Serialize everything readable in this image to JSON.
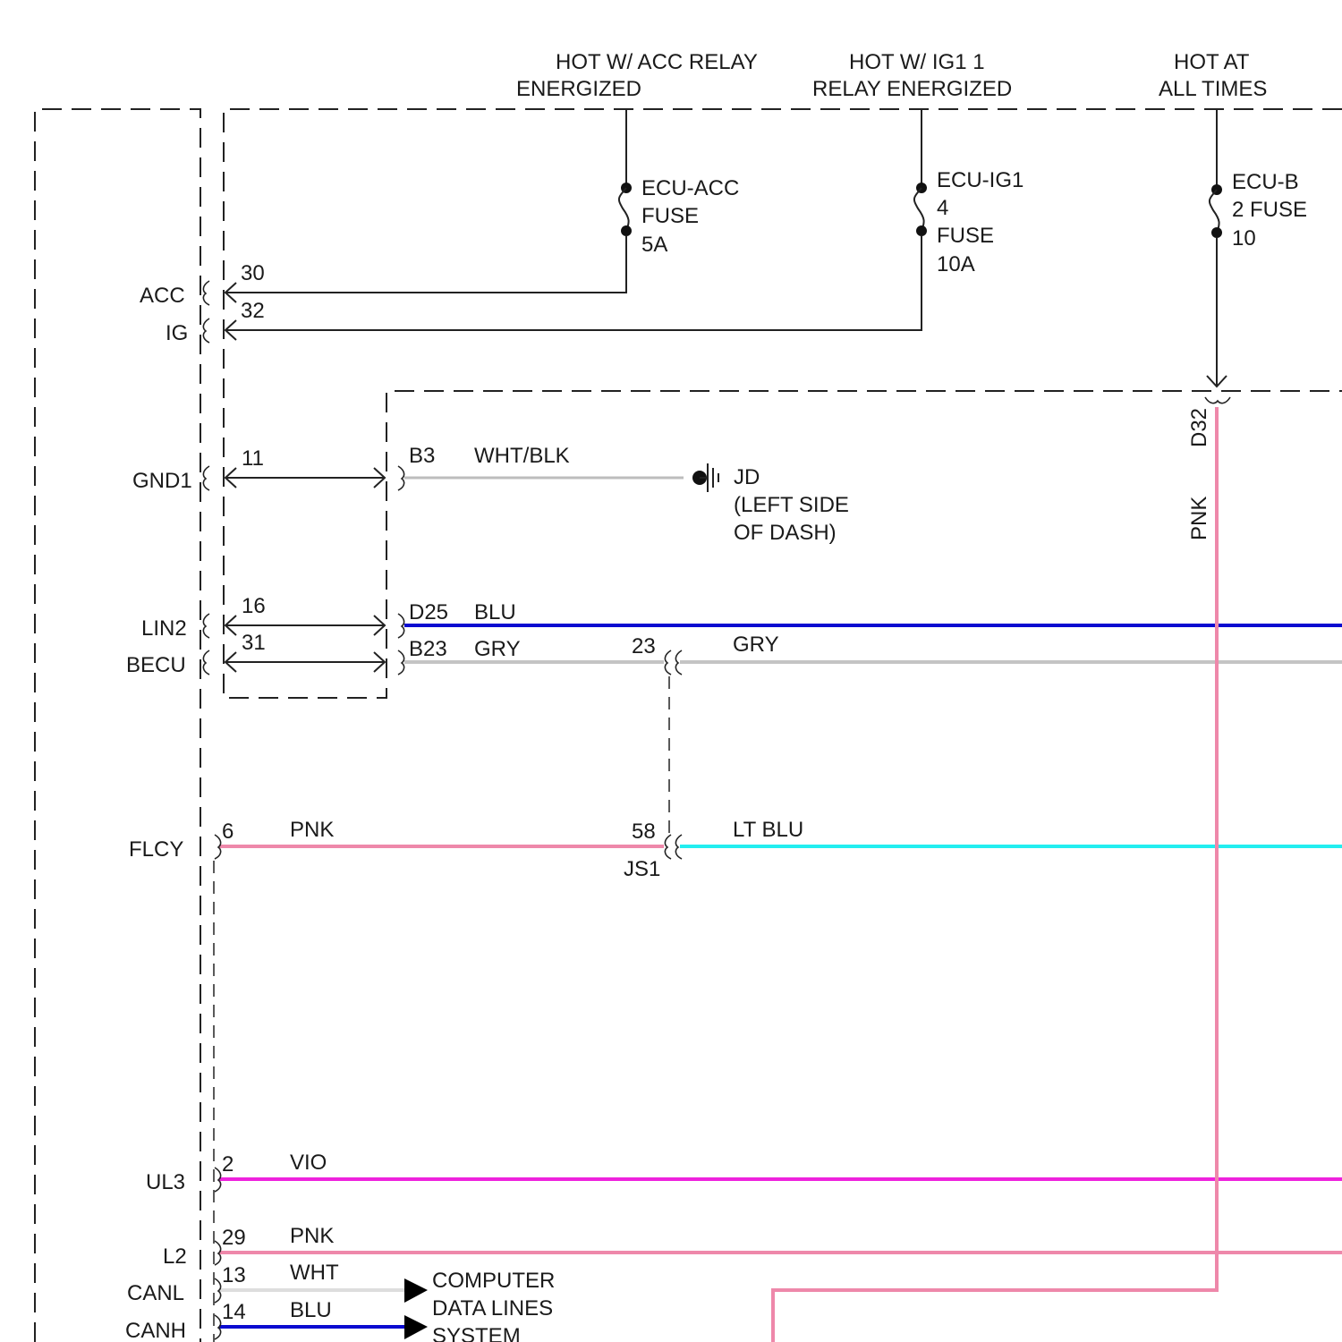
{
  "sources": {
    "acc_relay": [
      "HOT W/ ACC RELAY",
      "ENERGIZED"
    ],
    "ig1_relay": [
      "HOT W/ IG1 1",
      "RELAY ENERGIZED"
    ],
    "hot_always": [
      "HOT AT",
      "ALL TIMES"
    ]
  },
  "fuses": {
    "ecu_acc": [
      "ECU-ACC",
      "FUSE",
      "5A"
    ],
    "ecu_ig1": [
      "ECU-IG1",
      "4",
      "FUSE",
      "10A"
    ],
    "ecu_b": [
      "ECU-B",
      "2 FUSE",
      "10"
    ]
  },
  "pins": {
    "acc": {
      "label": "ACC",
      "number": "30"
    },
    "ig": {
      "label": "IG",
      "number": "32"
    },
    "gnd1": {
      "label": "GND1",
      "number": "11"
    },
    "lin2": {
      "label": "LIN2",
      "number": "16"
    },
    "becu": {
      "label": "BECU",
      "number": "31"
    },
    "flcy": {
      "label": "FLCY",
      "number": "6"
    },
    "ul3": {
      "label": "UL3",
      "number": "2"
    },
    "l2": {
      "label": "L2",
      "number": "29"
    },
    "canl": {
      "label": "CANL",
      "number": "13"
    },
    "canh": {
      "label": "CANH",
      "number": "14"
    }
  },
  "connectors": {
    "b3": "B3",
    "d25": "D25",
    "b23": "B23",
    "d32": "D32",
    "js1_23": "23",
    "js1_58": "58",
    "js1": "JS1"
  },
  "wires": {
    "wht_blk": {
      "label": "WHT/BLK",
      "color": "#bdbdbd"
    },
    "blu": {
      "label": "BLU",
      "color": "#0a0ad0"
    },
    "gry": {
      "label": "GRY",
      "color": "#c4c4c4"
    },
    "gry_out": {
      "label": "GRY",
      "color": "#c4c4c4"
    },
    "pnk": {
      "label": "PNK",
      "color": "#ee88aa"
    },
    "lt_blu": {
      "label": "LT BLU",
      "color": "#22eef0"
    },
    "vio": {
      "label": "VIO",
      "color": "#ee22dd"
    },
    "pnk_l2": {
      "label": "PNK",
      "color": "#ee88aa"
    },
    "wht": {
      "label": "WHT",
      "color": "#dddddd"
    },
    "blu_canh": {
      "label": "BLU",
      "color": "#0a0ad0"
    },
    "pnk_vertical": {
      "label": "PNK",
      "color": "#ee88aa"
    }
  },
  "ground": [
    "JD",
    "(LEFT SIDE",
    "OF DASH)"
  ],
  "data_lines": [
    "COMPUTER",
    "DATA LINES",
    "SYSTEM"
  ]
}
